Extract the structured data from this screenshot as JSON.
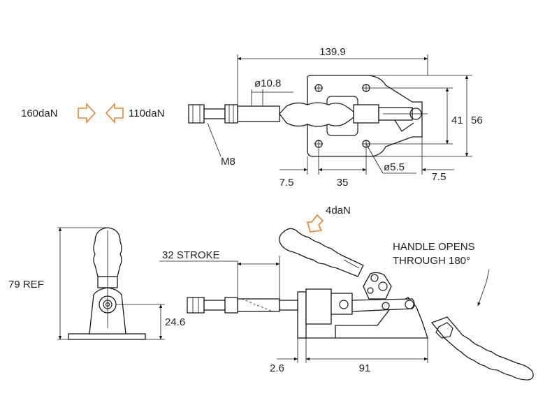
{
  "colors": {
    "line": "#1a1a1a",
    "force_arrow": "#e8822a"
  },
  "top_view": {
    "dims": {
      "overall_length": "139.9",
      "bushing_dia": "ø10.8",
      "hole_dia": "ø5.5",
      "thread": "M8",
      "edge_left": "7.5",
      "hole_spacing": "35",
      "edge_right": "7.5",
      "hole_vertical": "41",
      "base_width": "56"
    },
    "forces": {
      "push": "160daN",
      "pull": "110daN"
    }
  },
  "side_view": {
    "dims": {
      "height": "79 REF",
      "pivot_height": "24.6"
    }
  },
  "front_view": {
    "dims": {
      "stroke": "32 STROKE",
      "offset": "2.6",
      "base_length": "91"
    },
    "handle_force": "4daN",
    "note_line1": "HANDLE OPENS",
    "note_line2": "THROUGH 180°"
  }
}
